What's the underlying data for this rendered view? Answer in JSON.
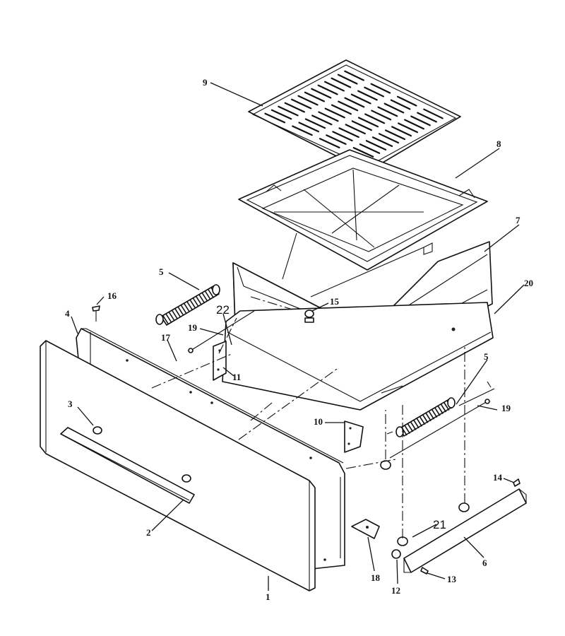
{
  "callouts": {
    "c1": "1",
    "c2": "2",
    "c3": "3",
    "c4": "4",
    "c5a": "5",
    "c5b": "5",
    "c6": "6",
    "c7": "7",
    "c8": "8",
    "c9": "9",
    "c10": "10",
    "c11": "11",
    "c12": "12",
    "c13": "13",
    "c14": "14",
    "c15": "15",
    "c16": "16",
    "c17": "17",
    "c18": "18",
    "c19a": "19",
    "c19b": "19",
    "c20": "20",
    "c21": "21",
    "c22": "22"
  }
}
